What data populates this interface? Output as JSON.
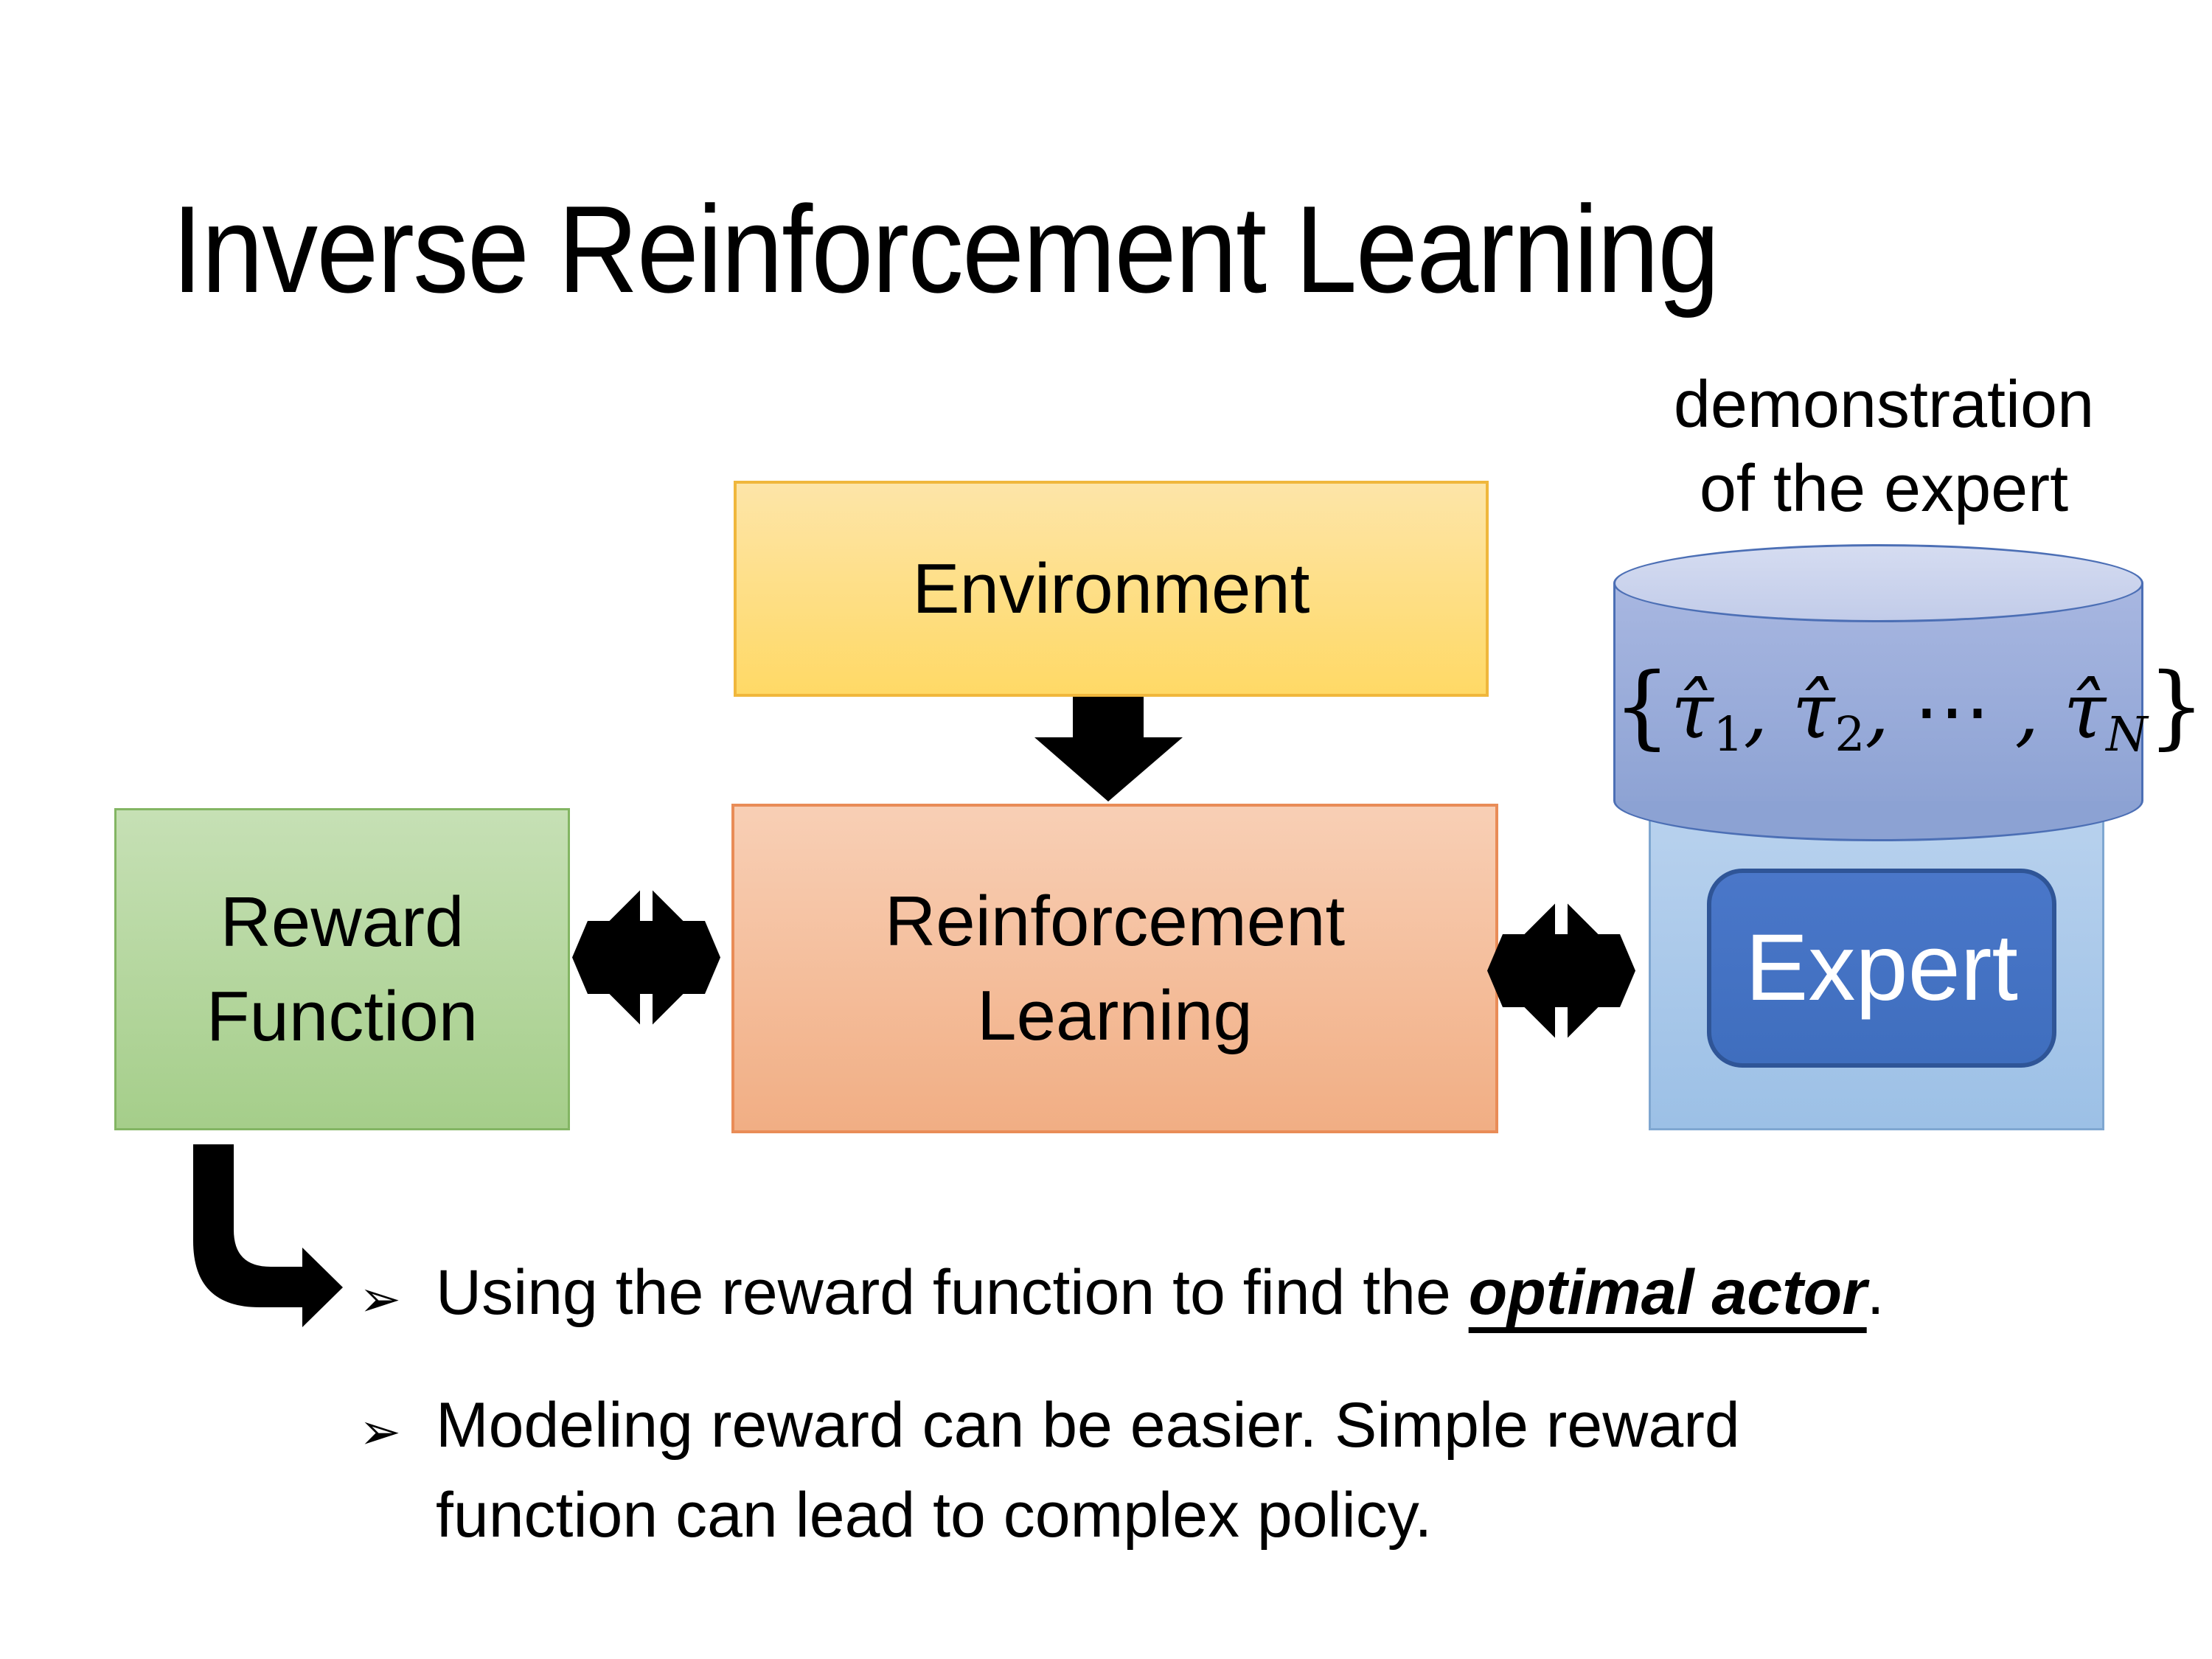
{
  "slide": {
    "title": "Inverse Reinforcement Learning",
    "demo_label": {
      "line1": "demonstration",
      "line2": "of the expert"
    },
    "boxes": {
      "environment": "Environment",
      "reward_function": {
        "line1": "Reward",
        "line2": "Function"
      },
      "reinforcement_learning": {
        "line1": "Reinforcement",
        "line2": "Learning"
      },
      "expert": "Expert"
    },
    "formula": {
      "open": "{",
      "tau1": "τ̂",
      "sub1": "1",
      "sep1": ", ",
      "tau2": "τ̂",
      "sub2": "2",
      "sep2": ", ⋯ , ",
      "tau3": "τ̂",
      "subN": "N",
      "close": "}"
    },
    "bullets": {
      "marker": "➢",
      "item1": {
        "prefix": "Using the reward function to find the ",
        "emphasis": "optimal actor",
        "suffix": "."
      },
      "item2": {
        "line1": "Modeling reward can be easier. Simple reward",
        "line2": "function can lead to complex policy."
      }
    },
    "icons": {
      "down_arrow": "down-arrow-icon",
      "double_arrow_left": "double-arrow-icon",
      "double_arrow_right": "double-arrow-icon",
      "elbow_arrow": "elbow-arrow-icon",
      "database_cylinder": "database-cylinder-icon"
    },
    "colors": {
      "environment_fill": "#FFD966",
      "environment_border": "#F0B73C",
      "reward_fill": "#A5CE8A",
      "reward_border": "#83B563",
      "rl_fill": "#F1AE84",
      "rl_border": "#E98C57",
      "expert_fill": "#4472C4",
      "expert_border": "#2F5597",
      "expert_container_fill": "#9CC0E6",
      "cylinder_fill": "#8EA3D4",
      "cylinder_top_fill": "#CDD6ED",
      "cylinder_border": "#4C6FB5",
      "arrow_color": "#000000",
      "text_color": "#000000"
    }
  }
}
